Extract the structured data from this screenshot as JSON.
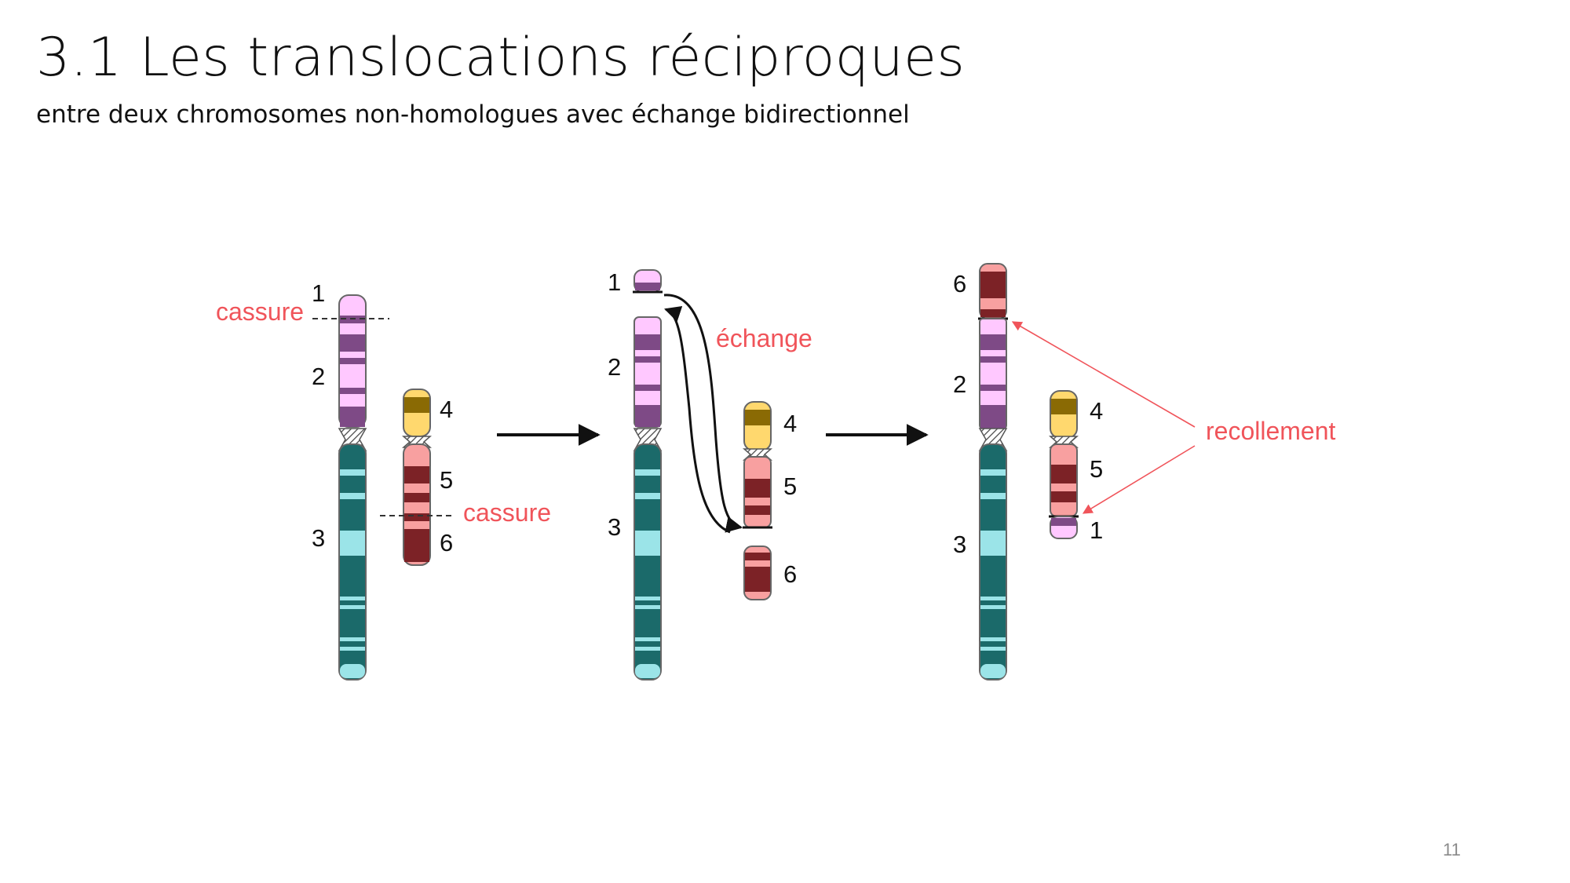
{
  "slide": {
    "title": "3.1 Les translocations réciproques",
    "subtitle": "entre deux chromosomes non-homologues avec échange bidirectionnel",
    "page_number": "11"
  },
  "labels": {
    "cassure": "cassure",
    "echange": "échange",
    "recollement": "recollement",
    "seg1": "1",
    "seg2": "2",
    "seg3": "3",
    "seg4": "4",
    "seg5": "5",
    "seg6": "6"
  },
  "colors": {
    "accent_red": "#f0545a",
    "pink_light": "#ffc8ff",
    "pink_dark": "#7e4a86",
    "teal_dark": "#1b6a6a",
    "teal_light": "#9be4e8",
    "gold_dark": "#8a6a04",
    "gold_light": "#ffd86e",
    "salmon": "#f8a0a0",
    "maroon": "#7c2226"
  }
}
